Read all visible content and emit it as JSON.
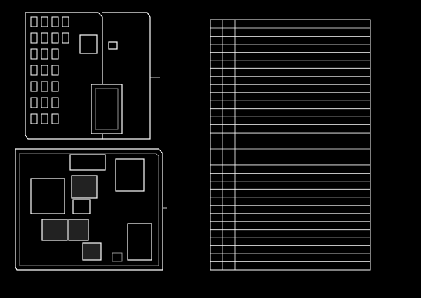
{
  "diagram": {
    "upper_panel": {
      "fuse_rows": 7,
      "fuse_cols": 4,
      "relay_count": 2
    },
    "lower_panel": {
      "relay_count": 7
    },
    "table": {
      "row_count": 30
    }
  }
}
